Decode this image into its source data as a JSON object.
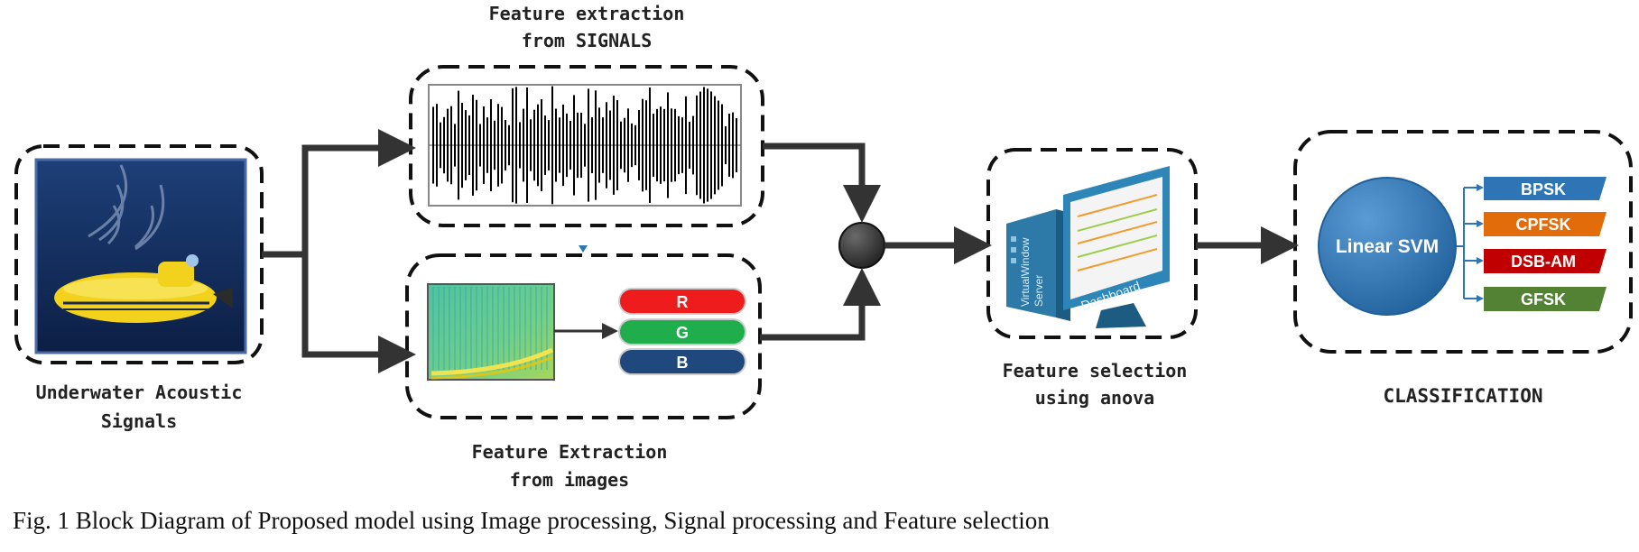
{
  "labels": {
    "signals_title_1": "Feature extraction",
    "signals_title_2": "from SIGNALS",
    "input_1": "Underwater Acoustic",
    "input_2": "Signals",
    "images_1": "Feature Extraction",
    "images_2": "from images",
    "selection_1": "Feature selection",
    "selection_2": "using anova",
    "classification": "CLASSIFICATION"
  },
  "rgb": [
    "R",
    "G",
    "B"
  ],
  "monitor": {
    "server_text_1": "VirtualWindow",
    "server_text_2": "Server",
    "screen_text": "Dashboard"
  },
  "classifier": {
    "name": "Linear SVM",
    "classes": [
      "BPSK",
      "CPFSK",
      "DSB-AM",
      "GFSK"
    ]
  },
  "caption": "Fig. 1 Block Diagram of Proposed model using Image processing, Signal processing and Feature selection",
  "colors": {
    "r": "#ee1c1c",
    "g": "#1fae4b",
    "b": "#1f497d",
    "svm": "#2e75b6",
    "bpsk": "#2e75b6",
    "cpfsk": "#e36c0a",
    "dsbam": "#c00000",
    "gfsk": "#548235"
  }
}
